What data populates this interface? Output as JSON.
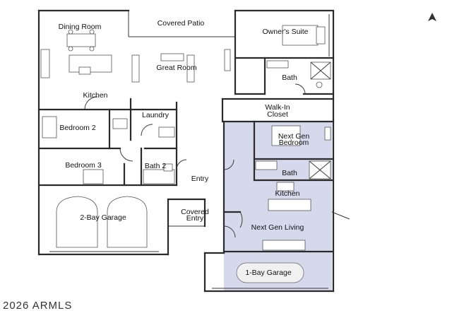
{
  "colors": {
    "wall": "#2a2a2a",
    "suite_fill": "#d6d9ec",
    "background": "#ffffff"
  },
  "rooms": {
    "dining": "Dining Room",
    "patio": "Covered Patio",
    "owners_suite": "Owner's Suite",
    "great_room": "Great Room",
    "owner_bath": "Bath",
    "kitchen": "Kitchen",
    "laundry": "Laundry",
    "walk_in_line1": "Walk-In",
    "walk_in_line2": "Closet",
    "bedroom2": "Bedroom 2",
    "nextgen_bed_line1": "Next Gen",
    "nextgen_bed_line2": "Bedroom",
    "bedroom3": "Bedroom 3",
    "bath2": "Bath 2",
    "nextgen_bath": "Bath",
    "entry": "Entry",
    "nextgen_kitchen": "Kitchen",
    "garage2": "2-Bay Garage",
    "covered_entry_line1": "Covered",
    "covered_entry_line2": "Entry",
    "nextgen_living": "Next Gen Living",
    "garage1": "1-Bay Garage"
  },
  "watermark": "2026 ARMLS",
  "icons": {
    "compass": "north-arrow-icon"
  }
}
